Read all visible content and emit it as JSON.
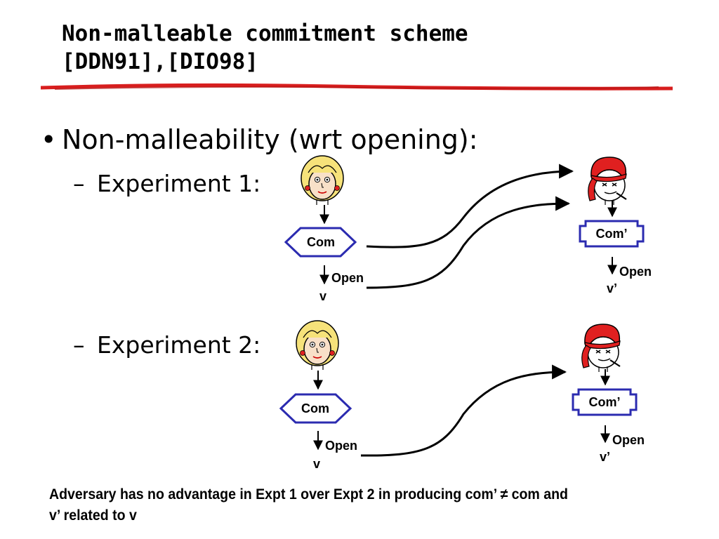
{
  "title": {
    "line1": "Non-malleable commitment scheme",
    "line2": "[DDN91],[DIO98]"
  },
  "bullet": {
    "text": "Non-malleability (wrt opening):"
  },
  "experiments": [
    {
      "label": "Experiment 1:",
      "honest_box": "Com",
      "honest_open": "Open",
      "honest_value": "v",
      "adversary_box": "Com’",
      "adversary_open": "Open",
      "adversary_value": "v’"
    },
    {
      "label": "Experiment 2:",
      "honest_box": "Com",
      "honest_open": "Open",
      "honest_value": "v",
      "adversary_box": "Com’",
      "adversary_open": "Open",
      "adversary_value": "v’"
    }
  ],
  "footer": {
    "line1": "Adversary has no advantage in Expt 1 over Expt 2 in producing com’ ≠ com and",
    "line2": "v’ related to v"
  },
  "colors": {
    "box_stroke": "#2b2bb0",
    "rule_red": "#d81e1e",
    "bandana_red": "#e02020",
    "hair_yellow": "#f6e27a",
    "face_skin": "#f8e0c8"
  }
}
